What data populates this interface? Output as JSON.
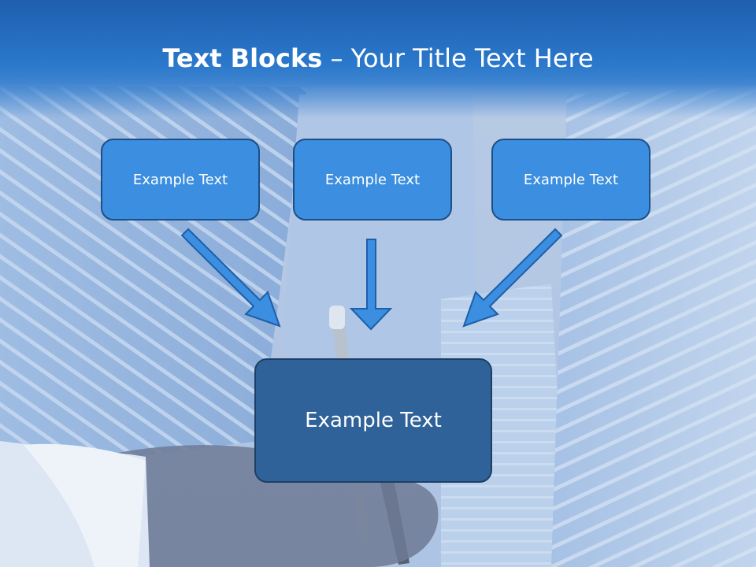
{
  "title": {
    "bold": "Text Blocks",
    "rest": " – Your Title Text Here"
  },
  "blocks": {
    "top_left": "Example Text",
    "top_center": "Example Text",
    "top_right": "Example Text",
    "bottom": "Example Text"
  },
  "colors": {
    "title_bar": "#2a78cc",
    "small_box": "#3b8ee0",
    "big_box": "#2f6298",
    "arrow": "#3b8ee0",
    "border": "#1d4f86"
  }
}
